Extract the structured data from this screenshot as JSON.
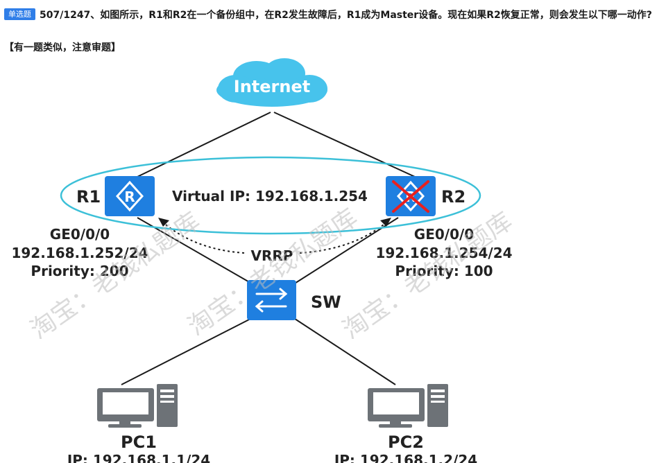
{
  "question": {
    "badge": "单选题",
    "text": "507/1247、如图所示，R1和R2在一个备份组中，在R2发生故障后，R1成为Master设备。现在如果R2恢复正常，则会发生以下哪一动作?",
    "note": "【有一题类似，注意审题】"
  },
  "diagram": {
    "cloud_label": "Internet",
    "virtual_ip": "Virtual IP: 192.168.1.254",
    "vrrp_label": "VRRP",
    "r1": {
      "name": "R1",
      "iface": "GE0/0/0",
      "ip": "192.168.1.252/24",
      "priority": "Priority: 200"
    },
    "r2": {
      "name": "R2",
      "iface": "GE0/0/0",
      "ip": "192.168.1.254/24",
      "priority": "Priority: 100"
    },
    "sw": {
      "name": "SW"
    },
    "pc1": {
      "name": "PC1",
      "ip": "IP: 192.168.1.1/24"
    },
    "pc2": {
      "name": "PC2",
      "ip": "IP: 192.168.1.2/24"
    },
    "watermark": "淘宝：老钱私题库",
    "colors": {
      "device_blue": "#1f7fe0",
      "ellipse": "#3cc0d8",
      "cloud": "#47c3ec",
      "pc_gray": "#6d7277",
      "fault_red": "#e8201e"
    }
  }
}
